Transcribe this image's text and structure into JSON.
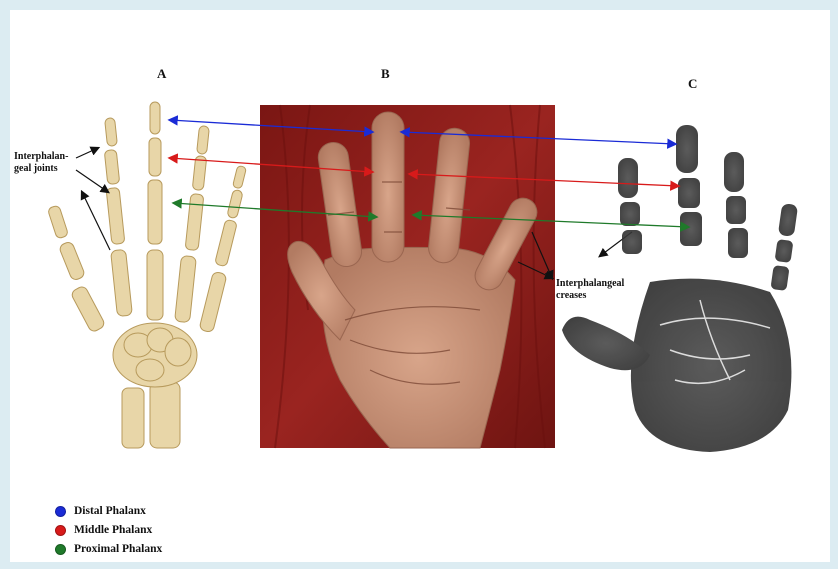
{
  "panels": {
    "a": "A",
    "b": "B",
    "c": "C"
  },
  "annotations": {
    "joints_line1": "Interphalan-",
    "joints_line2": "geal joints",
    "creases_line1": "Interphalangeal",
    "creases_line2": "creases"
  },
  "legend": [
    {
      "label": "Distal Phalanx",
      "color": "#1a2bd6"
    },
    {
      "label": "Middle Phalanx",
      "color": "#d81a1a"
    },
    {
      "label": "Proximal Phalanx",
      "color": "#1f7a2a"
    }
  ],
  "colors": {
    "bone": "#e8d6a8",
    "bone_edge": "#b79a5c",
    "photo_bg": "#8a1f1c",
    "skin": "#c99479",
    "ink": "#3a3a3a"
  }
}
